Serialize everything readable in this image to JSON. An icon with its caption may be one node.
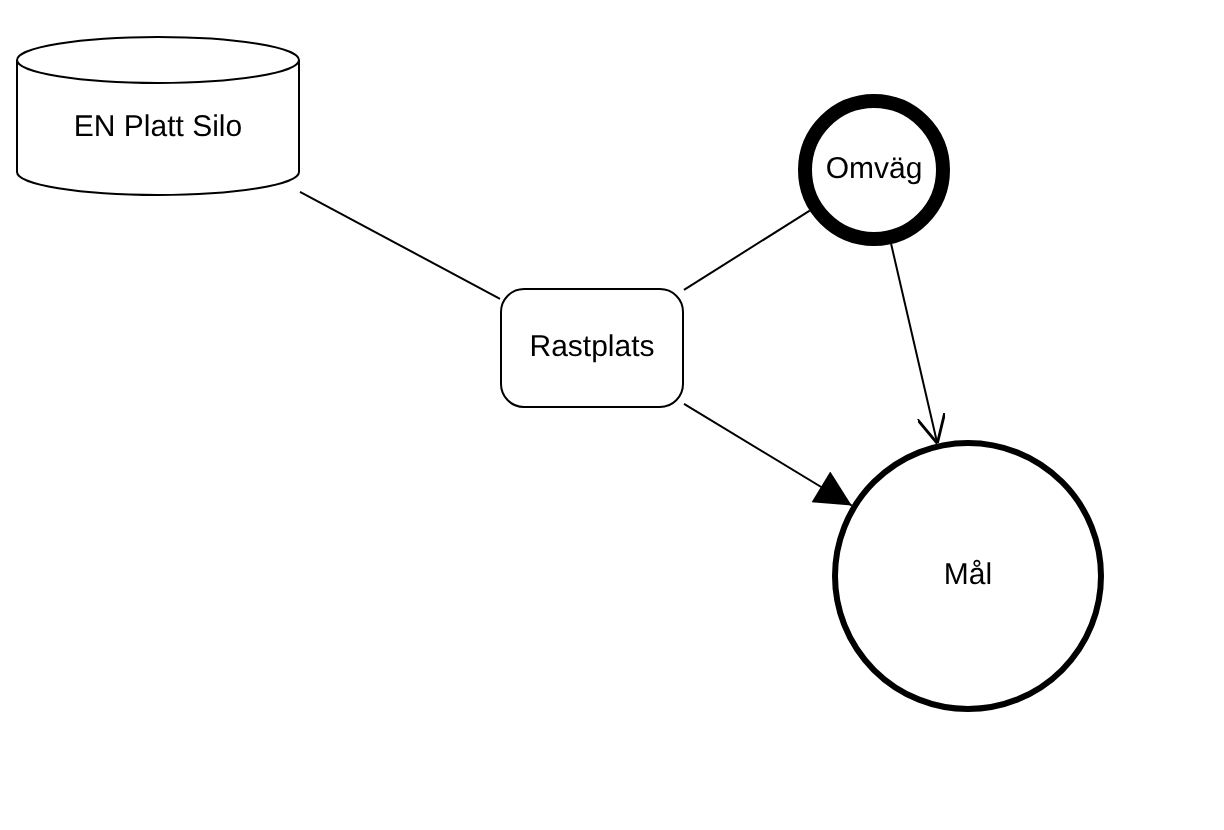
{
  "diagram": {
    "nodes": [
      {
        "text": [
          "EN Platt Silo"
        ]
      },
      {
        "text": [
          "Rastplats"
        ]
      },
      {
        "text": [
          "Omväg"
        ]
      },
      {
        "text": [
          "Mål"
        ]
      }
    ],
    "edges": [
      {
        "from": 0,
        "to": 1,
        "arrow": "none"
      },
      {
        "from": 1,
        "to": 2,
        "arrow": "none"
      },
      {
        "from": 1,
        "to": 3,
        "arrow": "to"
      },
      {
        "from": 2,
        "to": 3,
        "arrow": "to"
      }
    ]
  }
}
